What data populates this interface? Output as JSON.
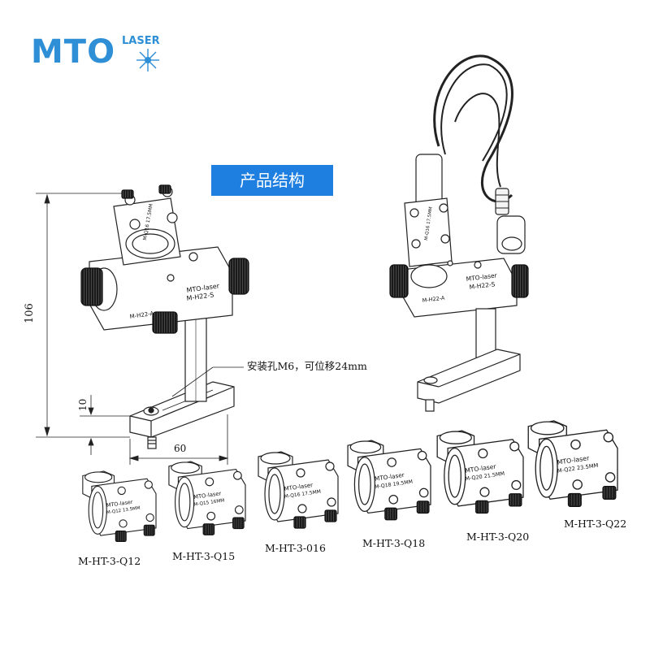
{
  "logo": {
    "brand": "MTO",
    "sub": "LASER"
  },
  "banner": {
    "title": "产品结构"
  },
  "dimensions": {
    "height": "106",
    "base_height": "10",
    "width": "60"
  },
  "annotation": {
    "mount_hole": "安装孔M6，可位移24mm"
  },
  "main_mount": {
    "engraving_1": "MTO-laser",
    "engraving_2": "M-H22-S",
    "engraving_3": "M-H22-A",
    "top_engraving": "M-Q16 17.5MM"
  },
  "assembled_mount": {
    "engraving_1": "MTO-laser",
    "engraving_2": "M-H22-S",
    "engraving_3": "M-H22-A",
    "top_engraving": "M-Q16 17.5MM"
  },
  "parts": [
    {
      "code": "M-HT-3-Q12",
      "engrave_brand": "MTO-laser",
      "engrave_model": "M-Q12",
      "engrave_size": "13.5MM"
    },
    {
      "code": "M-HT-3-Q15",
      "engrave_brand": "MTO-laser",
      "engrave_model": "M-Q15",
      "engrave_size": "16MM"
    },
    {
      "code": "M-HT-3-016",
      "engrave_brand": "MTO-laser",
      "engrave_model": "M-Q16",
      "engrave_size": "17.5MM"
    },
    {
      "code": "M-HT-3-Q18",
      "engrave_brand": "MTO-laser",
      "engrave_model": "M-Q18",
      "engrave_size": "19.5MM"
    },
    {
      "code": "M-HT-3-Q20",
      "engrave_brand": "MTO-laser",
      "engrave_model": "M-Q20",
      "engrave_size": "21.5MM"
    },
    {
      "code": "M-HT-3-Q22",
      "engrave_brand": "MTO-laser",
      "engrave_model": "M-Q22",
      "engrave_size": "23.5MM"
    }
  ],
  "colors": {
    "brand_blue": "#2f8fd6",
    "banner_blue": "#1e7fe0",
    "line": "#222222",
    "knob": "#1a1a1a"
  }
}
